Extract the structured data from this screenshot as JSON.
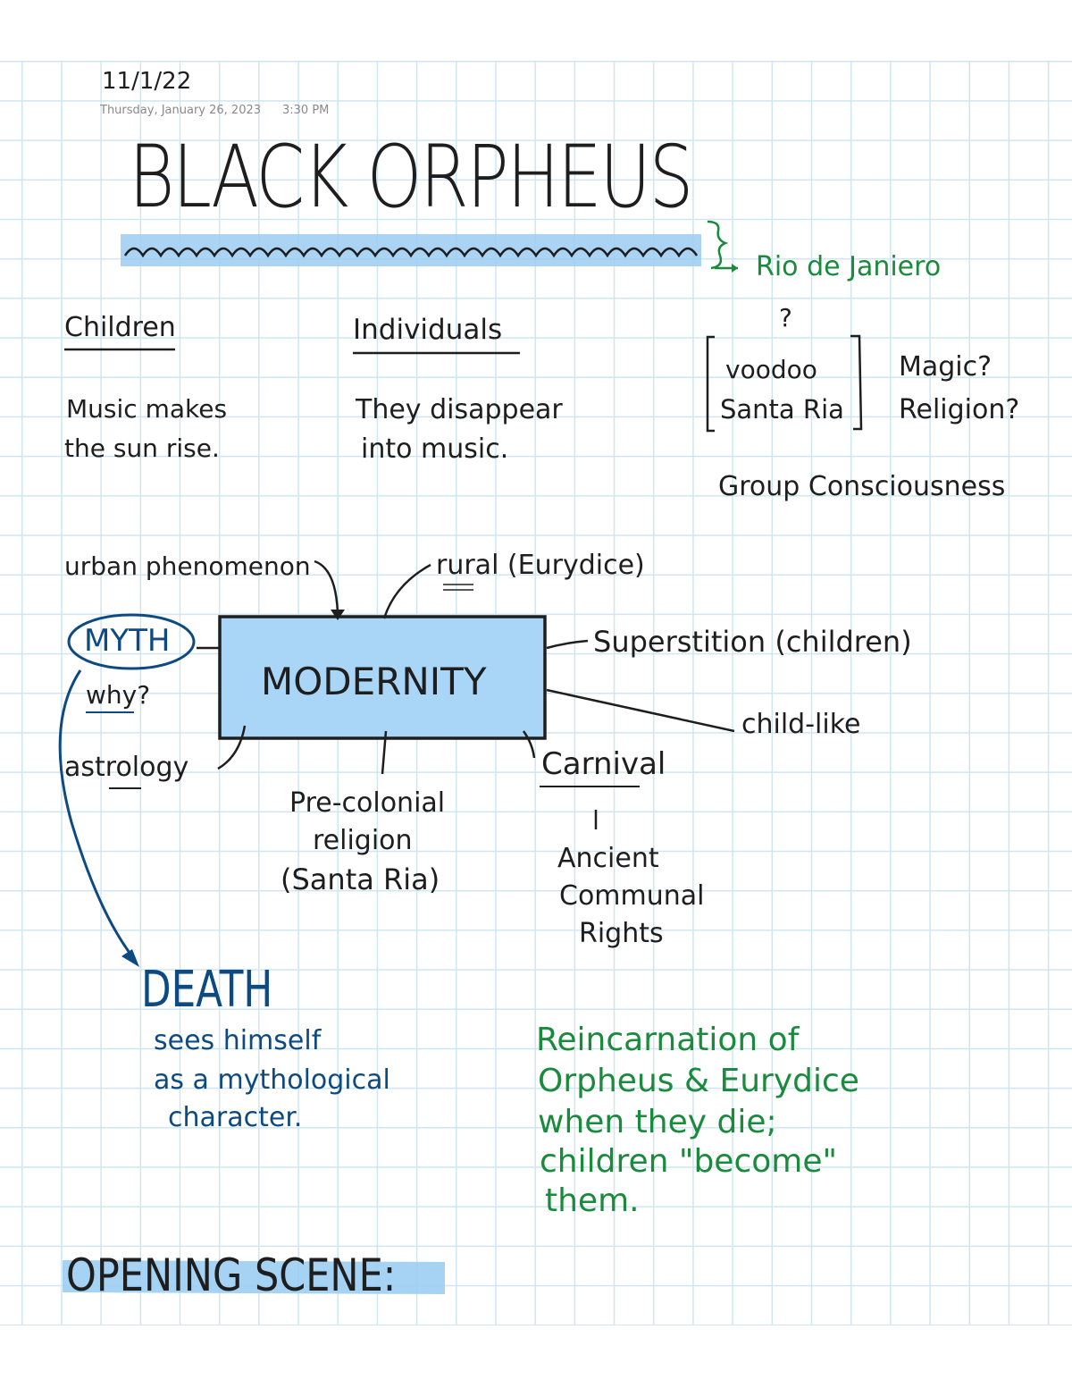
{
  "header": {
    "date": "11/1/22",
    "created_day": "Thursday, January 26, 2023",
    "created_time": "3:30 PM"
  },
  "title": "BLACK ORPHEUS",
  "location_note": "Rio de Janiero",
  "columns": {
    "children": {
      "heading": "Children",
      "line1": "Music makes",
      "line2": "the sun rise."
    },
    "individuals": {
      "heading": "Individuals",
      "line1": "They disappear",
      "line2": "into music."
    }
  },
  "beliefs": {
    "question": "?",
    "item1": "voodoo",
    "item2": "Santa Ria",
    "label1": "Magic?",
    "label2": "Religion?",
    "group": "Group Consciousness"
  },
  "diagram": {
    "center": "MODERNITY",
    "urban": "urban phenomenon",
    "rural": "rural (Eurydice)",
    "myth": "MYTH",
    "why": "why?",
    "astrology": "astrology",
    "superstition": "Superstition (children)",
    "childlike": "child-like",
    "precolonial": [
      "Pre-colonial",
      "religion",
      "(Santa Ria)"
    ],
    "carnival": "Carnival",
    "ancient": [
      "Ancient",
      "Communal",
      "Rights"
    ]
  },
  "death": {
    "heading": "DEATH",
    "lines": [
      "sees himself",
      "as a mythological",
      "character."
    ]
  },
  "reincarnation": {
    "lines": [
      "Reincarnation of",
      "Orpheus & Eurydice",
      "when they die;",
      "children \"become\"",
      "them."
    ]
  },
  "opening": "OPENING SCENE:",
  "colors": {
    "ink": "#1e1e1e",
    "green": "#1a8a3c",
    "blue": "#0e4a82",
    "highlight": "#9ccdf2",
    "box": "#a9d5f7"
  }
}
